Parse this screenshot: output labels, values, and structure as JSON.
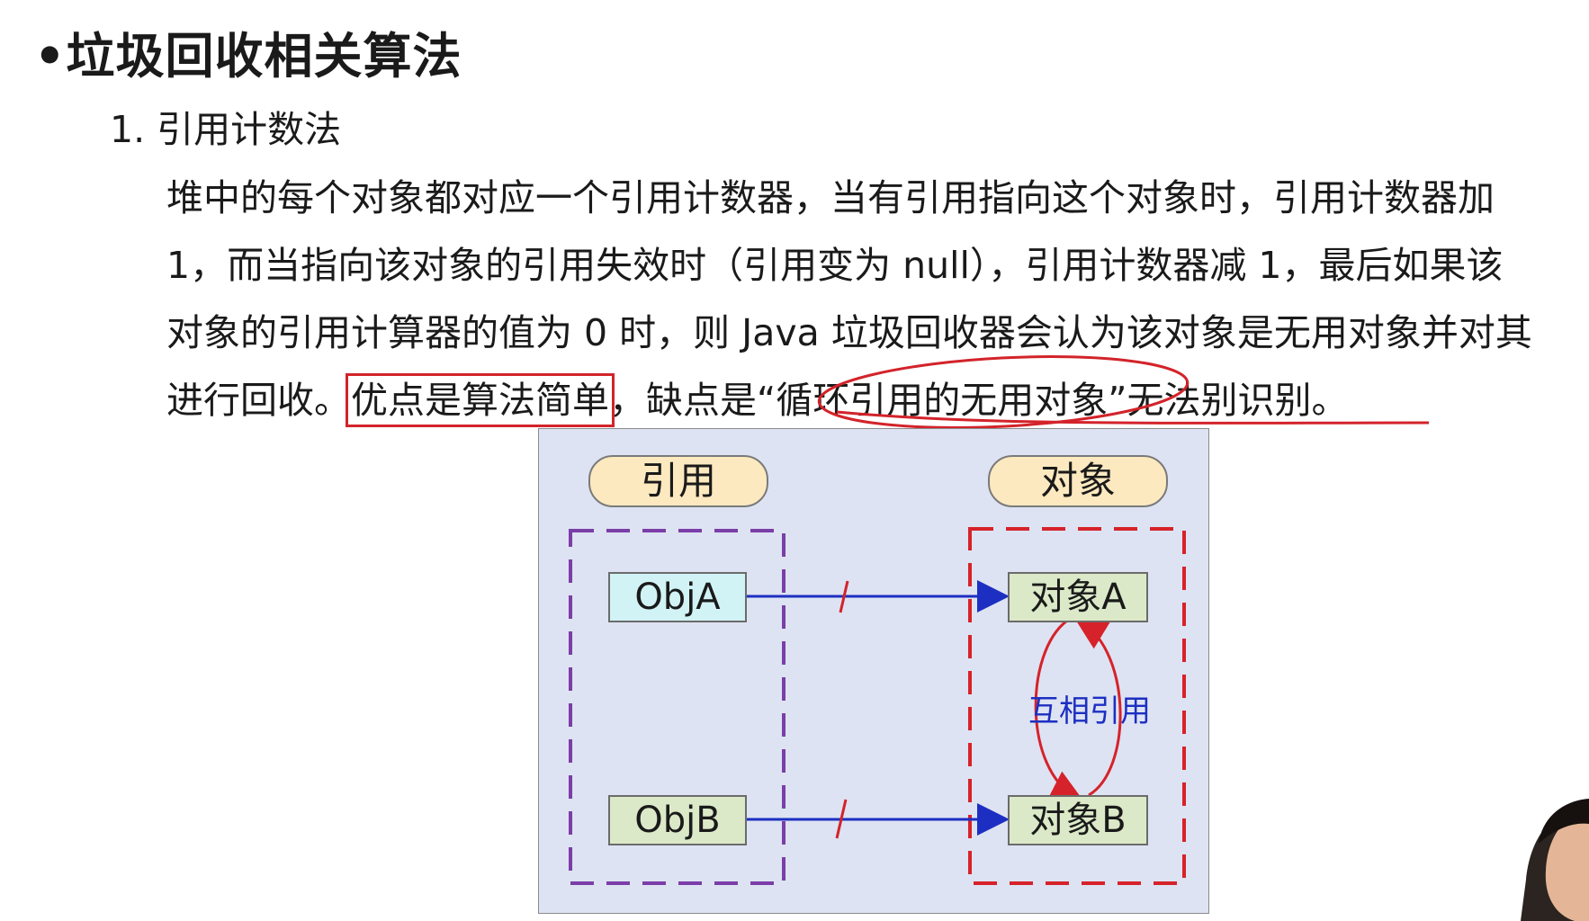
{
  "title": "•垃圾回收相关算法",
  "section": {
    "heading": "1. 引用计数法",
    "paragraph": {
      "line1": "堆中的每个对象都对应一个引用计数器，当有引用指向这个对象时，引用计数器加",
      "line2": "1，而当指向该对象的引用失效时（引用变为 null），引用计数器减 1，最后如果该",
      "line3": "对象的引用计算器的值为 0 时，则 Java 垃圾回收器会认为该对象是无用对象并对其",
      "line4_a": "进行回收。",
      "line4_boxed": "优点是算法简单",
      "line4_b": "，缺点是“循环引用的无用对象”无法别识别。"
    }
  },
  "diagram": {
    "ref_header": "引用",
    "obj_header": "对象",
    "obj_a": "ObjA",
    "obj_b": "ObjB",
    "target_a": "对象A",
    "target_b": "对象B",
    "mutual_label": "互相引用"
  },
  "colors": {
    "annotation_red": "#d3232a",
    "arrow_blue": "#1d2fc2",
    "panel_bg": "#dde3f2",
    "pill_bg": "#fde9c0",
    "ref_dash": "#7b3ea8",
    "obj_dash": "#d6222a"
  }
}
